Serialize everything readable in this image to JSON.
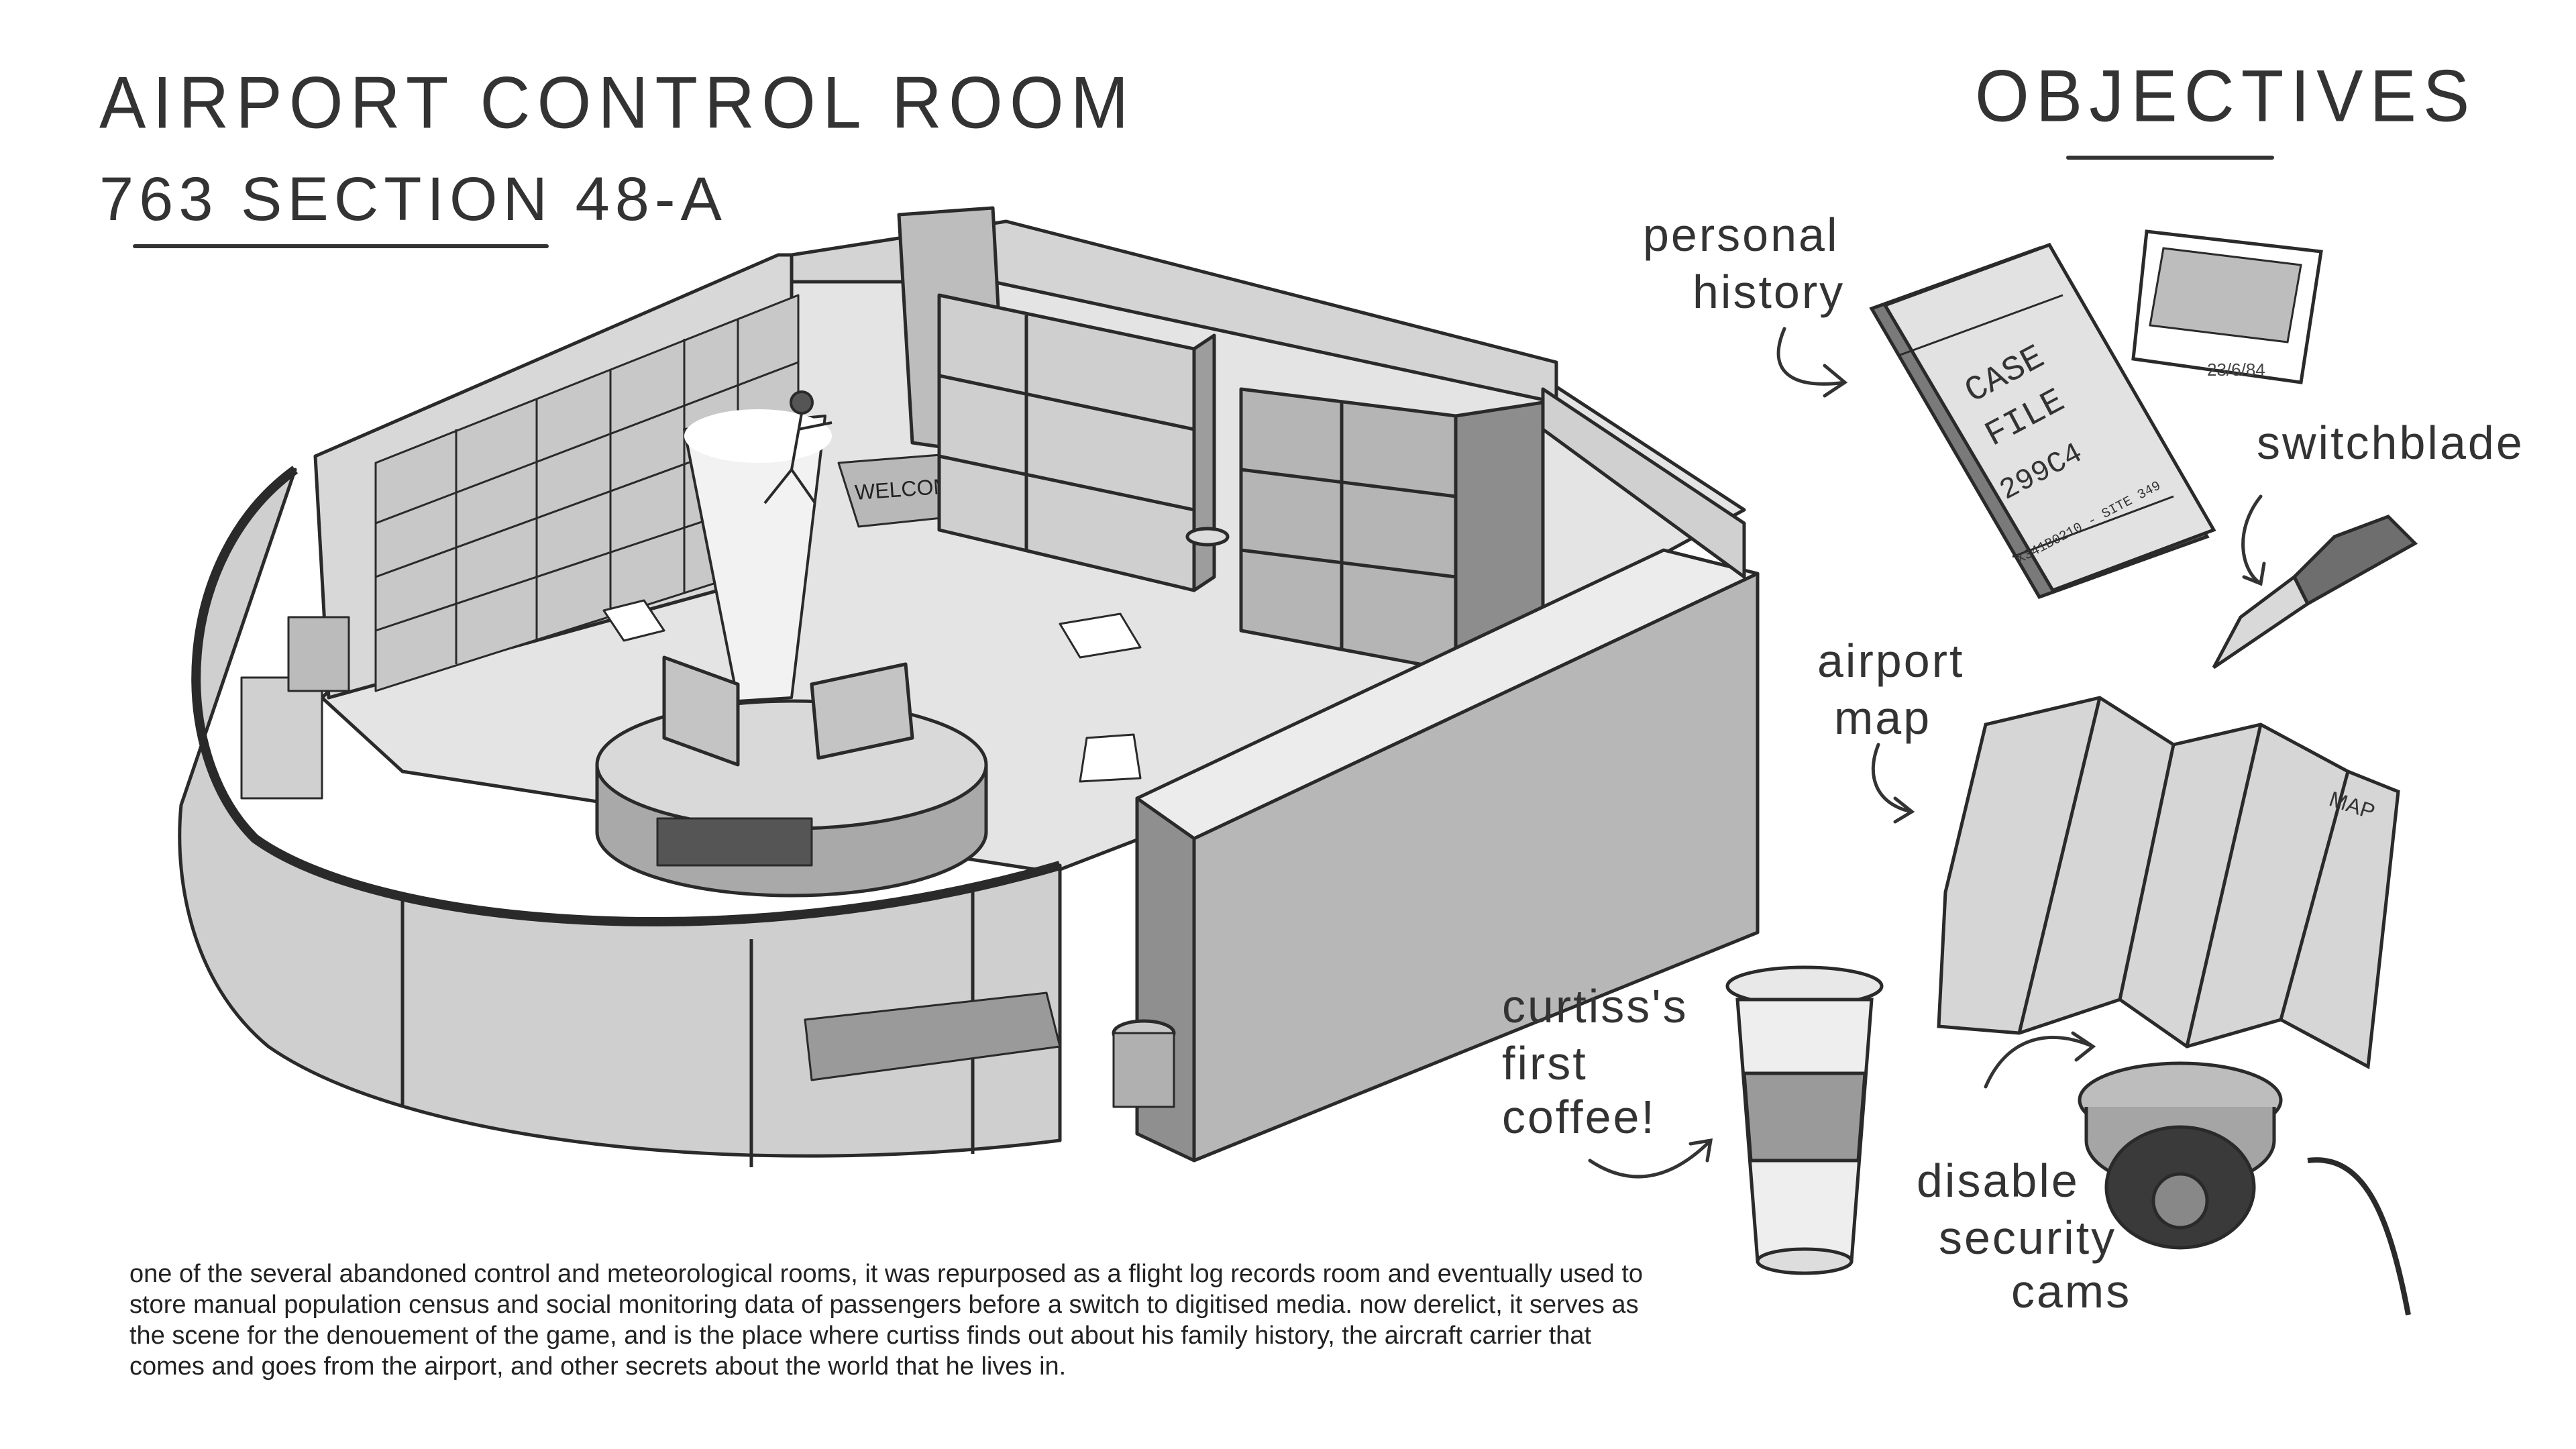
{
  "header": {
    "title": "AIRPORT CONTROL ROOM",
    "subtitle": "763 SECTION 48-A"
  },
  "objectives": {
    "heading": "OBJECTIVES",
    "items": [
      {
        "label_lines": [
          "personal",
          "history"
        ],
        "icon": "case-file-icon"
      },
      {
        "label_lines": [
          "switchblade"
        ],
        "icon": "switchblade-icon"
      },
      {
        "label_lines": [
          "airport",
          "map"
        ],
        "icon": "map-icon"
      },
      {
        "label_lines": [
          "curtiss's",
          "first",
          "coffee!"
        ],
        "icon": "coffee-cup-icon"
      },
      {
        "label_lines": [
          "disable",
          "security",
          "cams"
        ],
        "icon": "security-camera-icon"
      }
    ],
    "case_file": {
      "line1": "CASE",
      "line2": "FILE",
      "code": "299C4",
      "footer": "X341B0210 - SITE 349"
    },
    "photo_date": "23/6/84",
    "map_tag": "MAP"
  },
  "room": {
    "door_mat": "WELCOME"
  },
  "description": [
    "one of the several abandoned control and meteorological rooms, it was repurposed as a flight log records room and eventually used to",
    "store manual population census and social monitoring data of passengers before a switch to digitised media. now derelict, it serves as",
    "the scene for the denouement of the game, and is the place where curtiss finds out about his family history, the aircraft carrier that",
    "comes and goes from the airport, and other secrets about the world that he lives in."
  ],
  "colors": {
    "ink": "#2a2a2a",
    "light": "#e6e6e6",
    "mid": "#bdbdbd",
    "dark": "#6a6a6a"
  }
}
